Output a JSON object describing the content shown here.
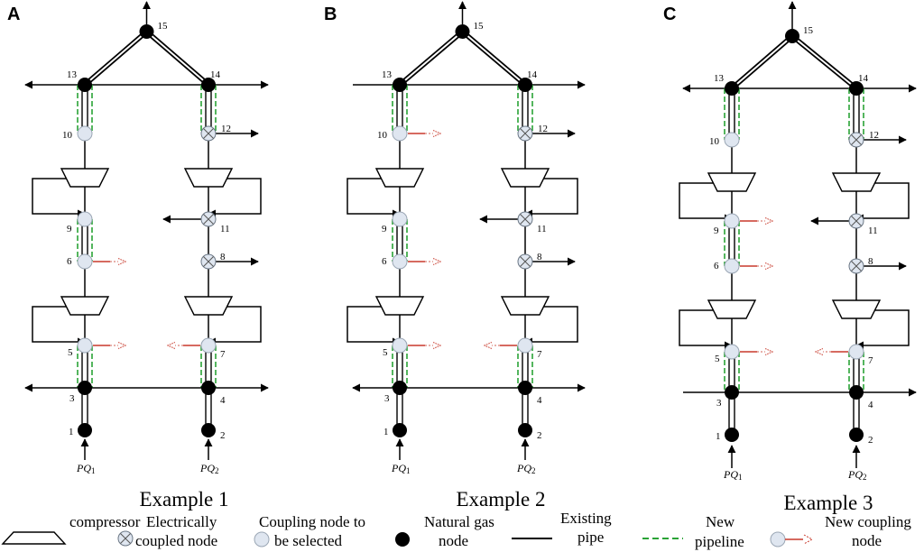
{
  "panels": [
    {
      "letter": "A",
      "example": "Example 1",
      "pq": [
        "PQ",
        "PQ"
      ],
      "pq_sub": [
        "1",
        "2"
      ],
      "node_labels": {
        "n1": "1",
        "n2": "2",
        "n3": "3",
        "n4": "4",
        "n5": "5",
        "n6": "6",
        "n7": "7",
        "n8": "8",
        "n9": "9",
        "n10": "10",
        "n11": "11",
        "n12": "12",
        "n13": "13",
        "n14": "14",
        "n15": "15"
      }
    },
    {
      "letter": "B",
      "example": "Example 2",
      "pq": [
        "PQ",
        "PQ"
      ],
      "pq_sub": [
        "1",
        "2"
      ],
      "node_labels": {
        "n1": "1",
        "n2": "2",
        "n3": "3",
        "n4": "4",
        "n5": "5",
        "n6": "6",
        "n7": "7",
        "n8": "8",
        "n9": "9",
        "n10": "10",
        "n11": "11",
        "n12": "12",
        "n13": "13",
        "n14": "14",
        "n15": "15"
      }
    },
    {
      "letter": "C",
      "example": "Example 3",
      "pq": [
        "PQ",
        "PQ"
      ],
      "pq_sub": [
        "1",
        "2"
      ],
      "node_labels": {
        "n1": "1",
        "n2": "2",
        "n3": "3",
        "n4": "4",
        "n5": "5",
        "n6": "6",
        "n7": "7",
        "n8": "8",
        "n9": "9",
        "n10": "10",
        "n11": "11",
        "n12": "12",
        "n13": "13",
        "n14": "14",
        "n15": "15"
      }
    }
  ],
  "legend": {
    "compressor": "compressor",
    "electrically_line1": "Electrically",
    "electrically_line2": "coupled node",
    "coupling_line1": "Coupling node to",
    "coupling_line2": "be selected",
    "natural_gas_line1": "Natural gas",
    "natural_gas_line2": "node",
    "existing_line1": "Existing",
    "existing_line2": "pipe",
    "new_pipeline_line1": "New",
    "new_pipeline_line2": "pipeline",
    "new_coupling_line1": "New coupling",
    "new_coupling_line2": "node"
  },
  "colors": {
    "line": "#000000",
    "node_fill_gas": "#000000",
    "node_fill_coupling": "#dfe6f0",
    "new_pipeline": "#2aa336",
    "new_coupling": "#c8392b"
  }
}
